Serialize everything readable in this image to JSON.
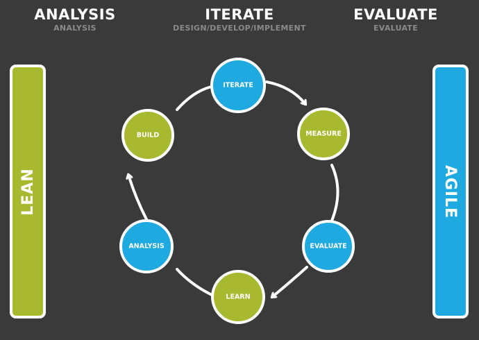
{
  "headers": {
    "analysis": {
      "title": "ANALYSIS",
      "subtitle": "ANALYSIS"
    },
    "iterate": {
      "title": "ITERATE",
      "subtitle": "DESIGN/DEVELOP/IMPLEMENT"
    },
    "evaluate": {
      "title": "EVALUATE",
      "subtitle": "EVALUATE"
    }
  },
  "sidebars": {
    "left": {
      "label": "LEAN",
      "color": "#a8b930"
    },
    "right": {
      "label": "AGILE",
      "color": "#1ea9e1"
    }
  },
  "cycle": {
    "nodes": [
      {
        "id": "iterate",
        "label": "ITERATE",
        "color": "#1ea9e1"
      },
      {
        "id": "measure",
        "label": "MEASURE",
        "color": "#a8b930"
      },
      {
        "id": "evaluate",
        "label": "EVALUATE",
        "color": "#1ea9e1"
      },
      {
        "id": "learn",
        "label": "LEARN",
        "color": "#a8b930"
      },
      {
        "id": "analysis",
        "label": "ANALYSIS",
        "color": "#1ea9e1"
      },
      {
        "id": "build",
        "label": "BUILD",
        "color": "#a8b930"
      }
    ],
    "arrow_color": "#ffffff",
    "background": "#3a3a3b"
  }
}
